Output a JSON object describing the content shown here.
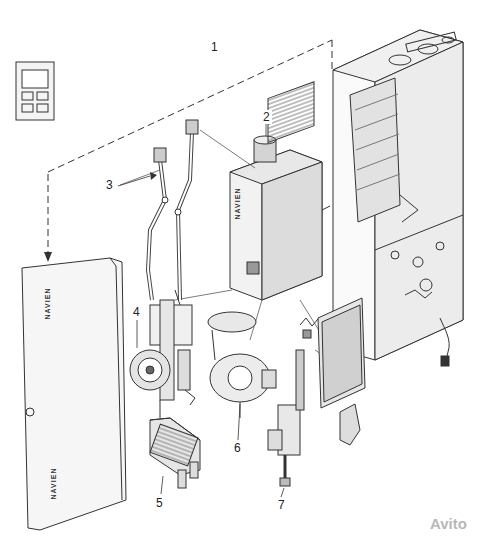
{
  "diagram": {
    "labels": [
      "1",
      "2",
      "3",
      "4",
      "5",
      "6",
      "7",
      "NAVIEN",
      "NAVIEN",
      "NAVIEN",
      "Avito"
    ]
  }
}
